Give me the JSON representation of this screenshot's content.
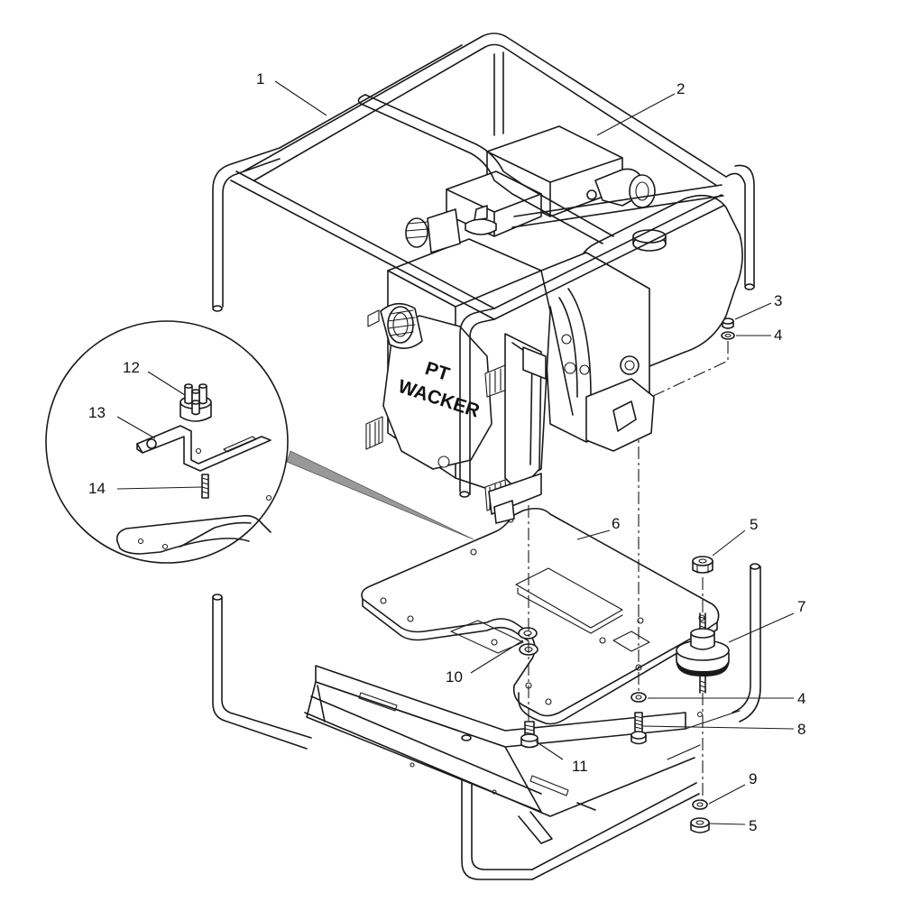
{
  "brand": {
    "line1": "PT",
    "line2": "WACKER"
  },
  "callouts": [
    "1",
    "2",
    "3",
    "4",
    "5",
    "6",
    "7",
    "4",
    "8",
    "9",
    "5",
    "10",
    "11",
    "12",
    "13",
    "14"
  ]
}
